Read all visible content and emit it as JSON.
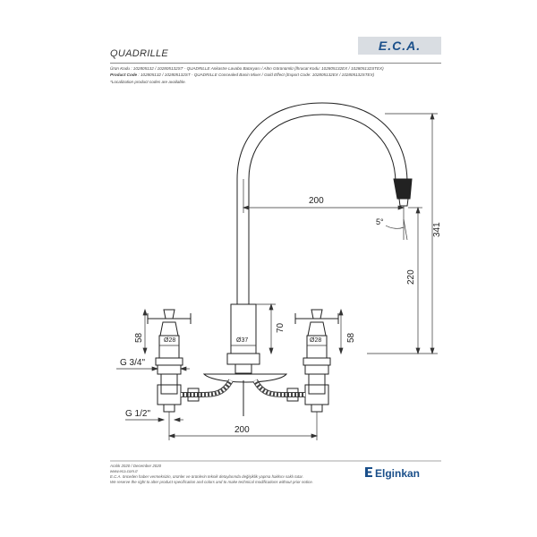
{
  "header": {
    "title": "QUADRILLE",
    "logo": "E.C.A."
  },
  "codes": {
    "line1_label": "Ürün Kodu",
    "line1_value": ": 102805132 / 102805132ST - QUADRILLE Ankastre Lavabo Bataryası / Altın Görünümlü (İhracat Kodu: 102805132EX / 102805132STEX)",
    "line2_label": "Product Code",
    "line2_value": ": 102805132 / 102805132ST - QUADRILLE Concealed Basin Mixer / Gold Effect (Export Code: 102805132EX / 102805132STEX)",
    "line3": "*Localization product codes are available."
  },
  "dimensions": {
    "spout_reach": "200",
    "total_height": "341",
    "height_220": "220",
    "body_70": "70",
    "left_58": "58",
    "right_58": "58",
    "diam_37": "Ø37",
    "diam_28_left": "Ø28",
    "diam_28_right": "Ø28",
    "angle": "5°",
    "thread_34": "G 3/4\"",
    "thread_12": "G 1/2\"",
    "base_width": "200"
  },
  "footer": {
    "date": "Aralık 2020 / December 2020",
    "url": "www.eca.com.tr",
    "tr_notice": "E.C.A. önceden haber vermeksizin, ürünler ve ürünlerin teknik detaylarında değişiklik yapma hakkını saklı tutar.",
    "en_notice": "We reserve the right to alter product specification and colors and to make technical modifications without prior notice.",
    "brand": "Elginkan"
  }
}
